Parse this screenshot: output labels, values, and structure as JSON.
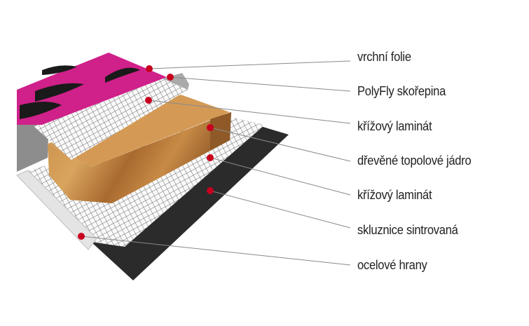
{
  "layers": [
    {
      "label": "vrchní folie"
    },
    {
      "label": "PolyFly skořepina"
    },
    {
      "label": "křížový laminát"
    },
    {
      "label": "dřevěné topolové jádro"
    },
    {
      "label": "křížový laminát"
    },
    {
      "label": "skluznice sintrovaná"
    },
    {
      "label": "ocelové hrany"
    }
  ],
  "colors": {
    "marker": "#c8001e",
    "topsheet": "#d0208a",
    "base": "#2b2b2b",
    "wood": "#b9803e",
    "leader": "#8a8a8a"
  }
}
